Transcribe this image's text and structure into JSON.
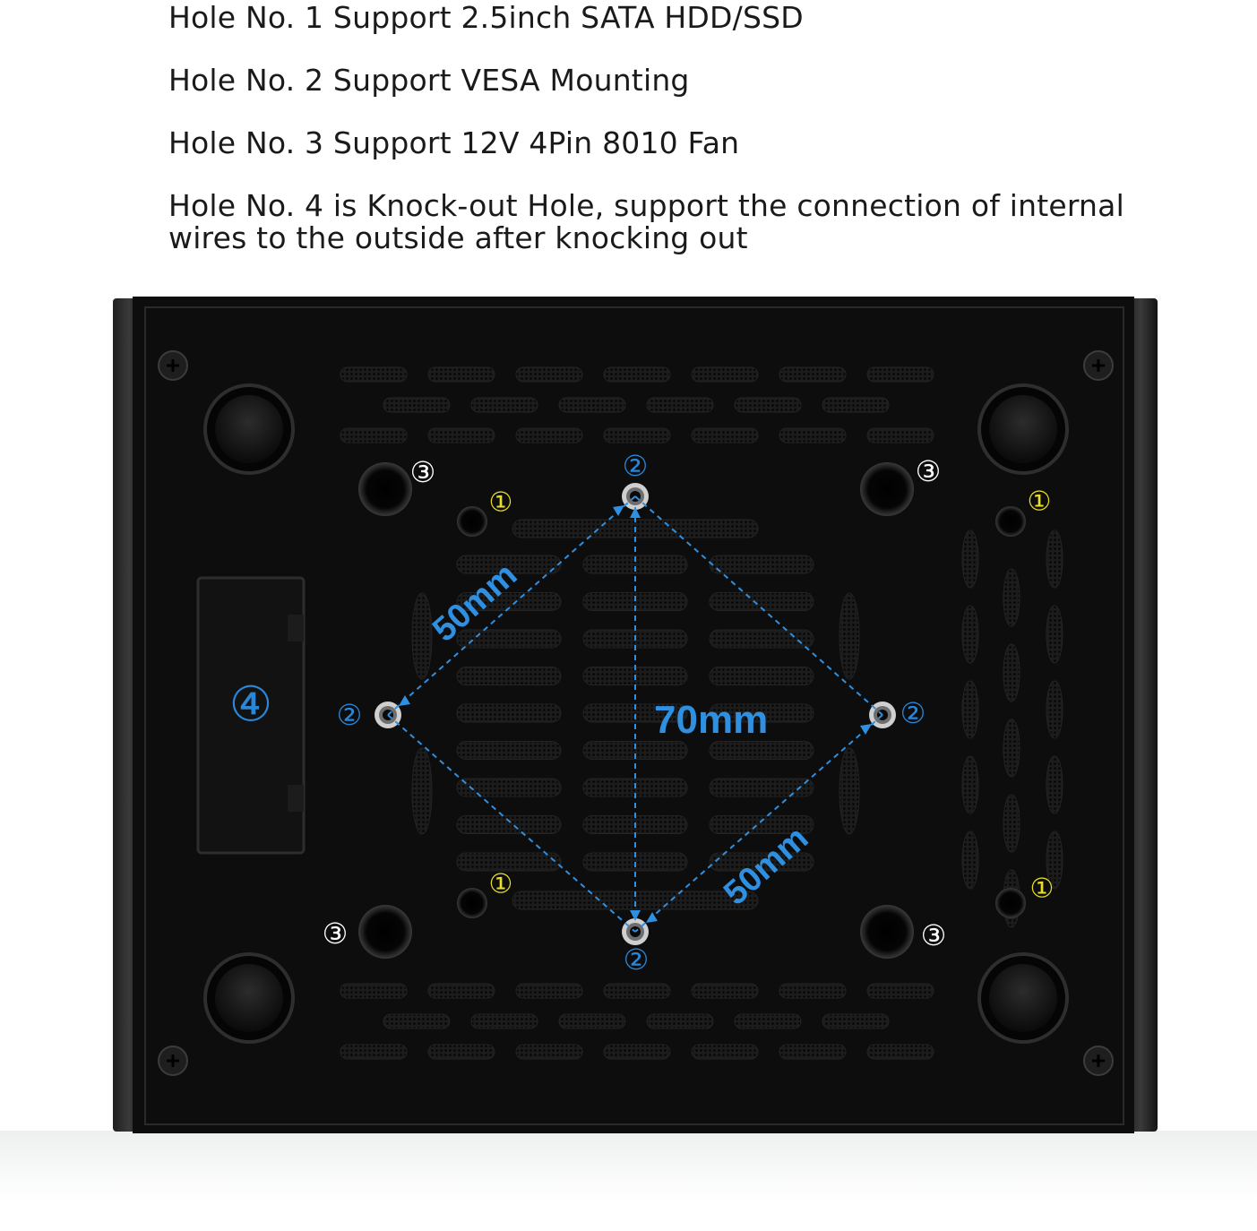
{
  "captions": [
    "Hole No. 1 Support 2.5inch SATA HDD/SSD",
    "Hole No. 2 Support VESA Mounting",
    "Hole No. 3 Support 12V 4Pin 8010 Fan",
    "Hole No. 4 is Knock-out Hole, support the connection of internal",
    "wires to the outside after knocking out"
  ],
  "markers": {
    "hole1": "①",
    "hole2": "②",
    "hole3": "③",
    "hole4": "④"
  },
  "dimensions": {
    "diagonal_upper": "50mm",
    "vertical": "70mm",
    "diagonal_lower": "50mm"
  },
  "colors": {
    "case": "#0d0d0d",
    "hole1_marker": "#e8e028",
    "hole2_marker": "#2a86d8",
    "hole3_marker": "#ffffff",
    "dimension": "#2f8fe0"
  }
}
